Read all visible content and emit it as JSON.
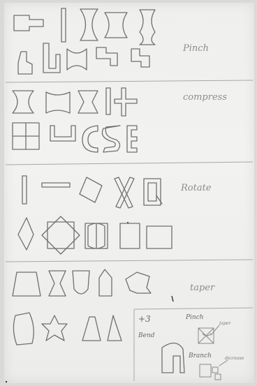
{
  "sections": {
    "pinch": "Pinch",
    "compress": "compress",
    "rotate": "Rotate",
    "taper": "taper"
  },
  "inset": {
    "plus3": "+3",
    "bend": "Bend",
    "pinch": "Pinch",
    "taper": "taper",
    "branch": "Branch",
    "decrease": "decrease"
  }
}
